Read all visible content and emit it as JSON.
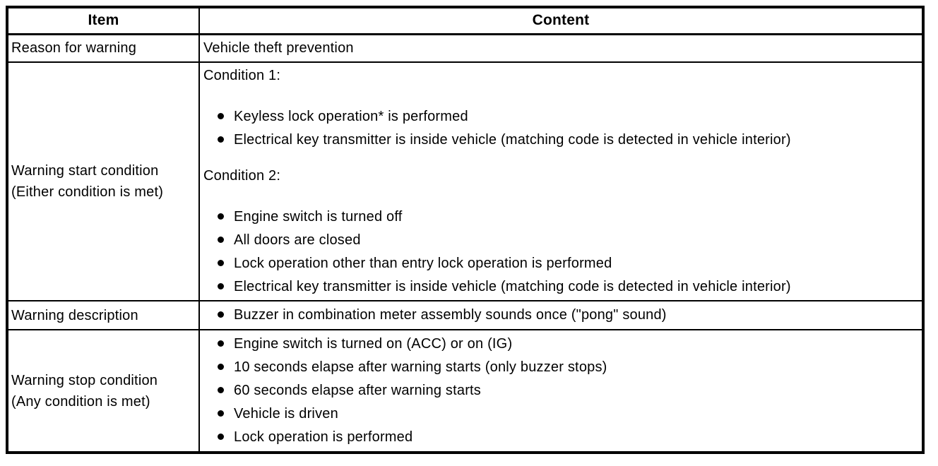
{
  "colors": {
    "text": "#000000",
    "background": "#ffffff",
    "border": "#000000"
  },
  "table": {
    "header": {
      "item": "Item",
      "content": "Content"
    },
    "rows": [
      {
        "item_lines": [
          "Reason for warning"
        ],
        "blocks": [
          {
            "type": "text",
            "text": "Vehicle theft prevention"
          }
        ]
      },
      {
        "item_lines": [
          "Warning start condition",
          "(Either condition is met)"
        ],
        "blocks": [
          {
            "type": "label",
            "text": "Condition 1:"
          },
          {
            "type": "bullets",
            "items": [
              "Keyless lock operation* is performed",
              "Electrical key transmitter is inside vehicle (matching code is detected in vehicle interior)"
            ]
          },
          {
            "type": "label",
            "text": "Condition 2:"
          },
          {
            "type": "bullets",
            "items": [
              "Engine switch is turned off",
              "All doors are closed",
              "Lock operation other than entry lock operation is performed",
              "Electrical key transmitter is inside vehicle (matching code is detected in vehicle interior)"
            ]
          }
        ]
      },
      {
        "item_lines": [
          "Warning description"
        ],
        "blocks": [
          {
            "type": "bullets",
            "items": [
              "Buzzer in combination meter assembly sounds once (\"pong\" sound)"
            ]
          }
        ]
      },
      {
        "item_lines": [
          "Warning stop condition",
          "(Any condition is met)"
        ],
        "blocks": [
          {
            "type": "bullets",
            "items": [
              "Engine switch is turned on (ACC) or on (IG)",
              "10 seconds elapse after warning starts (only buzzer stops)",
              "60 seconds elapse after warning starts",
              "Vehicle is driven",
              "Lock operation is performed"
            ]
          }
        ]
      }
    ]
  }
}
